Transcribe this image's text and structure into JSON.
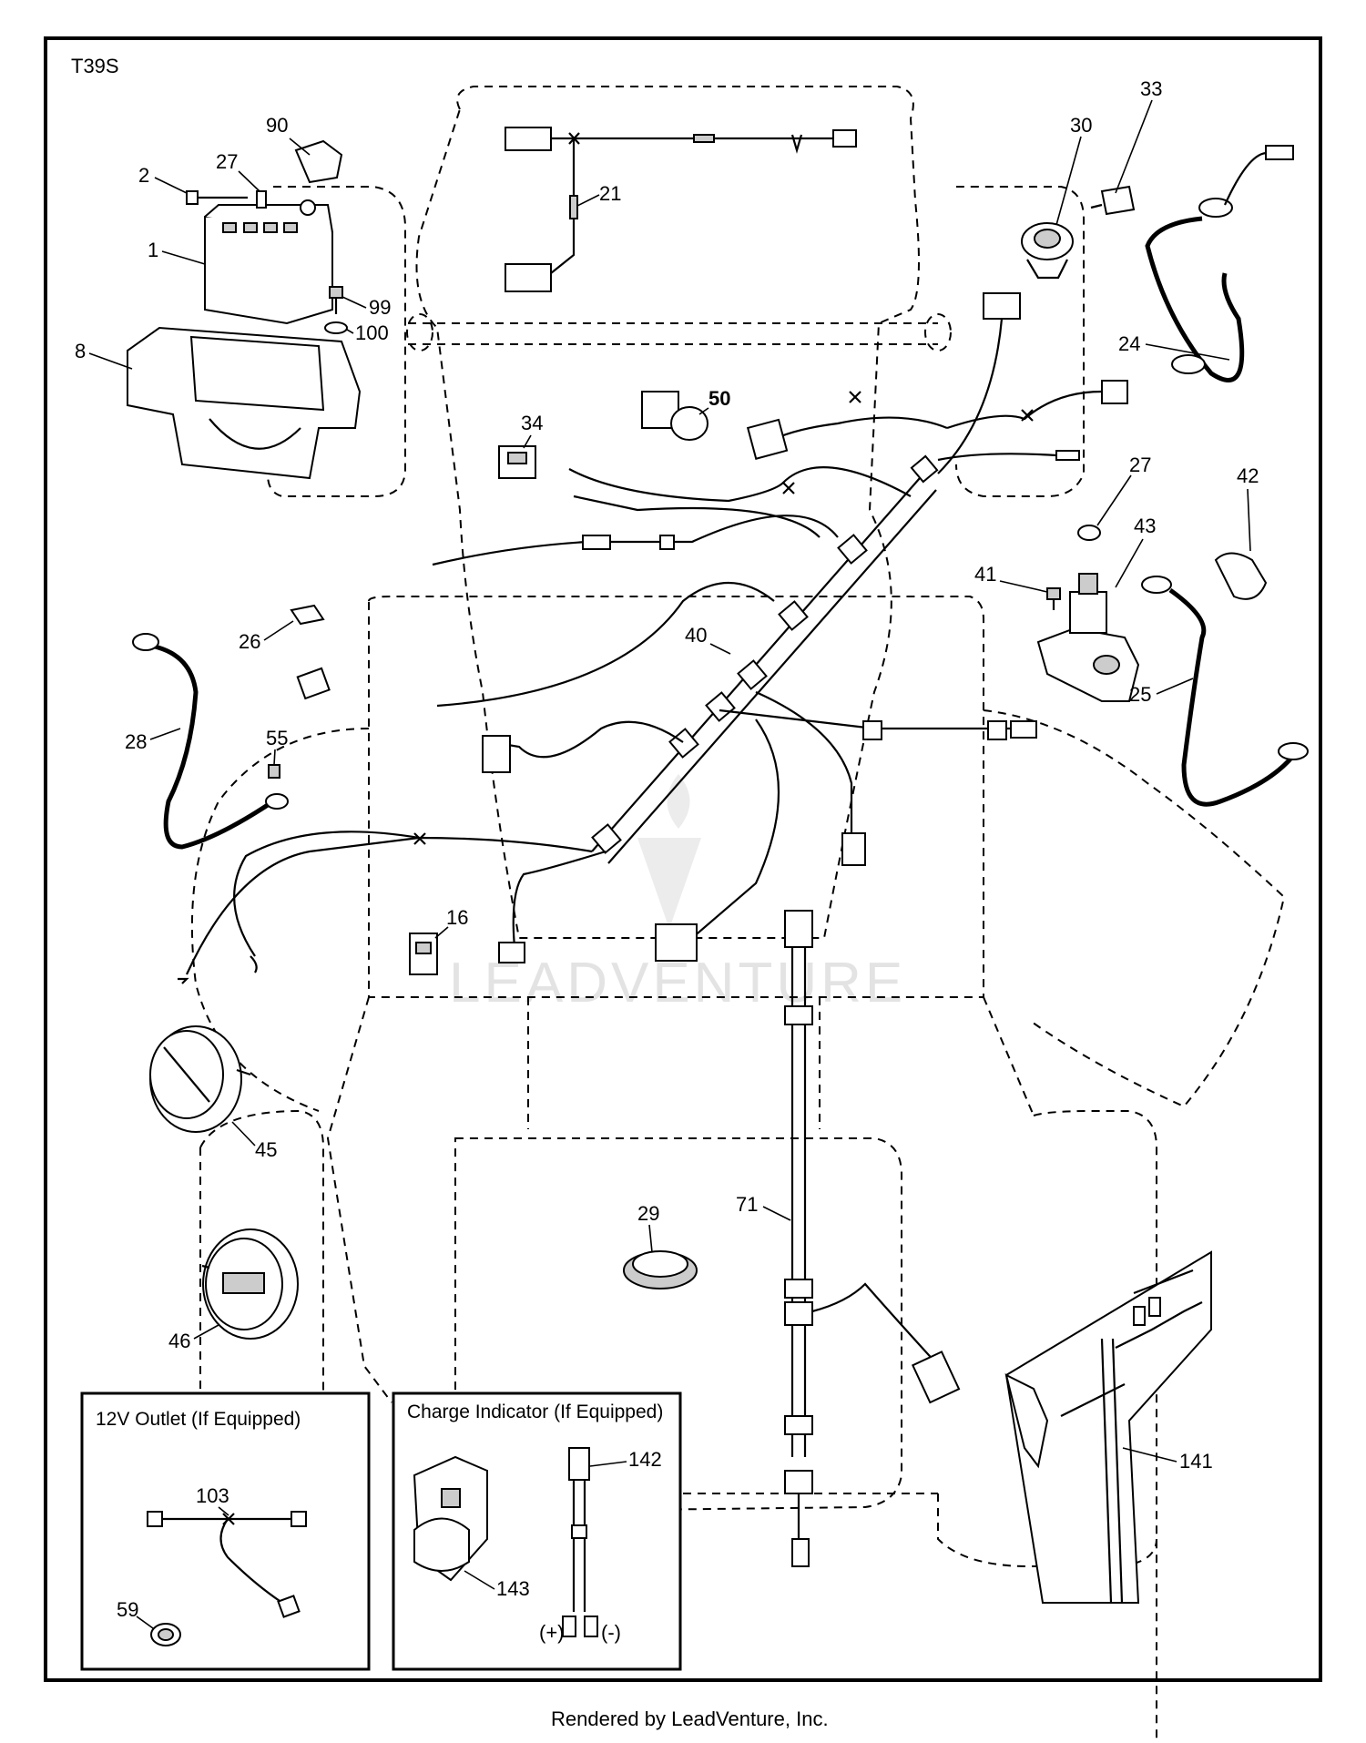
{
  "diagram": {
    "code": "T39S",
    "watermark": "LEADVENTURE",
    "footer": "Rendered by LeadVenture, Inc.",
    "insets": {
      "outlet_title": "12V Outlet (If Equipped)",
      "charge_title": "Charge Indicator (If Equipped)",
      "plus_label": "(+)",
      "minus_label": "(-)"
    },
    "callouts": {
      "c90": "90",
      "c2": "2",
      "c27a": "27",
      "c1": "1",
      "c99": "99",
      "c100": "100",
      "c8": "8",
      "c21": "21",
      "c30": "30",
      "c33": "33",
      "c24": "24",
      "c50": "50",
      "c34": "34",
      "c27b": "27",
      "c42": "42",
      "c43": "43",
      "c41": "41",
      "c26": "26",
      "c40": "40",
      "c25": "25",
      "c28": "28",
      "c55": "55",
      "c16": "16",
      "c45": "45",
      "c29": "29",
      "c71": "71",
      "c46": "46",
      "c141": "141",
      "c103": "103",
      "c59": "59",
      "c142": "142",
      "c143": "143"
    }
  }
}
